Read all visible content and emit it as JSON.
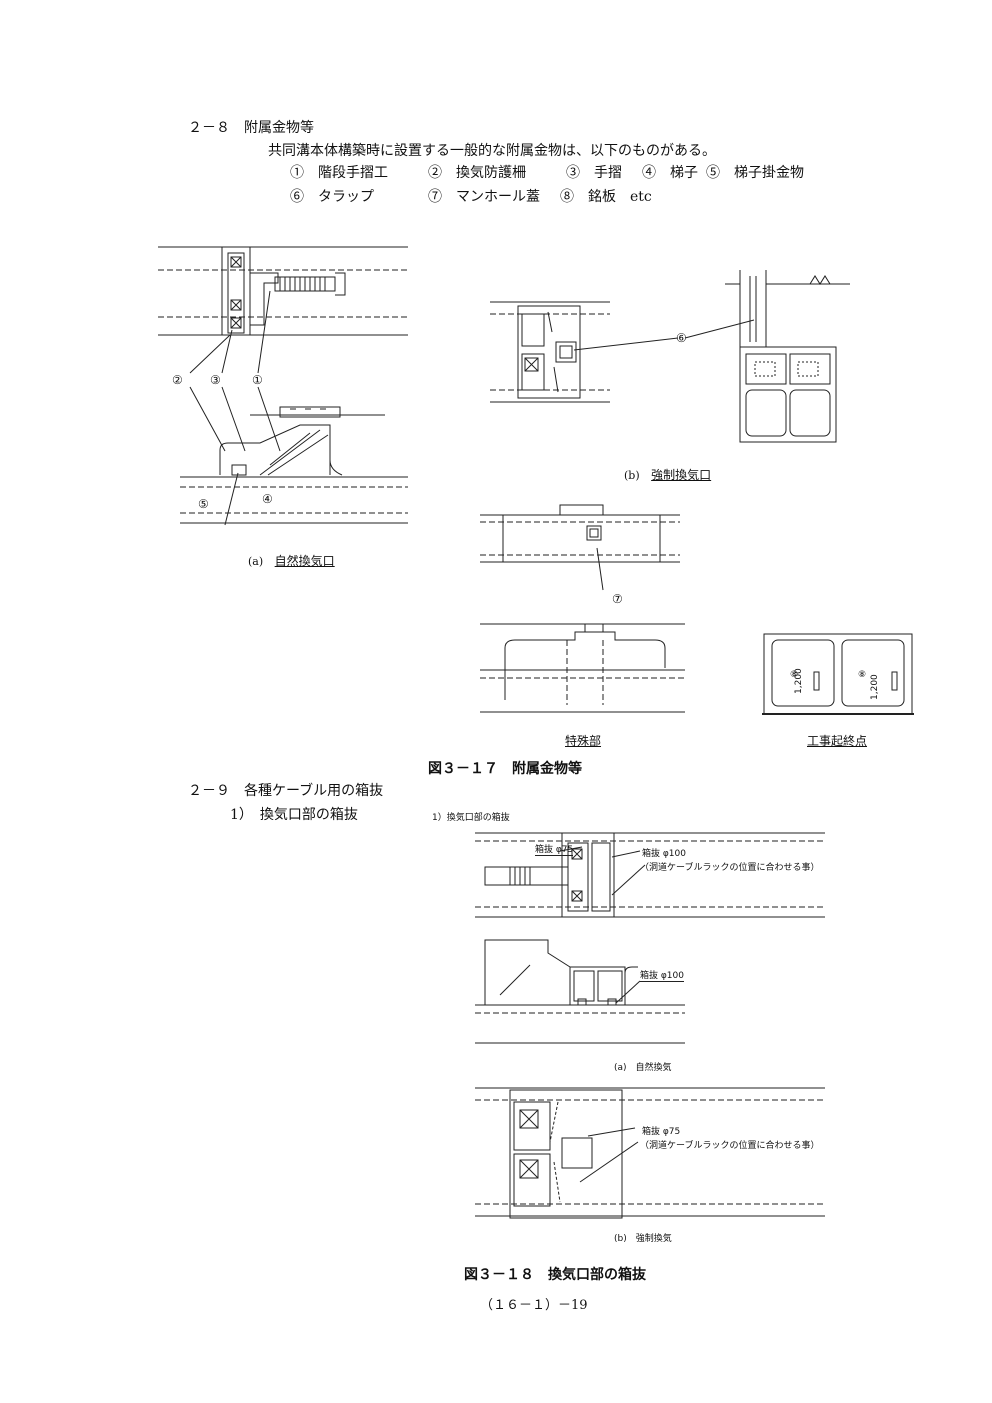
{
  "section_2_8": {
    "heading": "２－８　附属金物等",
    "intro": "共同溝本体構築時に設置する一般的な附属金物は、以下のものがある。",
    "items_line1": [
      "①　階段手摺工",
      "②　換気防護柵",
      "③　手摺",
      "④　梯子",
      "⑤　梯子掛金物"
    ],
    "items_line2": [
      "⑥　タラップ",
      "⑦　マンホール蓋",
      "⑧　銘板　etc"
    ]
  },
  "figure_3_17": {
    "callouts_a": [
      "②",
      "③",
      "①",
      "⑤",
      "④"
    ],
    "caption_a_prefix": "(a)",
    "caption_a": "自然換気口",
    "callout_6": "⑥",
    "caption_b_prefix": "(b)",
    "caption_b": "強制換気口",
    "callout_7": "⑦",
    "callout_8": "⑧",
    "dimension": "1,200",
    "caption_special": "特殊部",
    "caption_endpoint": "工事起終点",
    "title": "図３－１７　附属金物等"
  },
  "section_2_9": {
    "heading": "２－９　各種ケーブル用の箱抜",
    "sub_heading": "1）　換気口部の箱抜"
  },
  "figure_3_18": {
    "panel_title": "1）換気口部の箱抜",
    "label_phi75": "箱抜 φ75",
    "label_phi100": "箱抜 φ100",
    "note": "（洞道ケーブルラックの位置に合わせる事）",
    "caption_a": "(a)　自然換気",
    "caption_b": "(b)　強制換気",
    "title": "図３－１８　換気口部の箱抜"
  },
  "page_number": "（１６－１）－19"
}
